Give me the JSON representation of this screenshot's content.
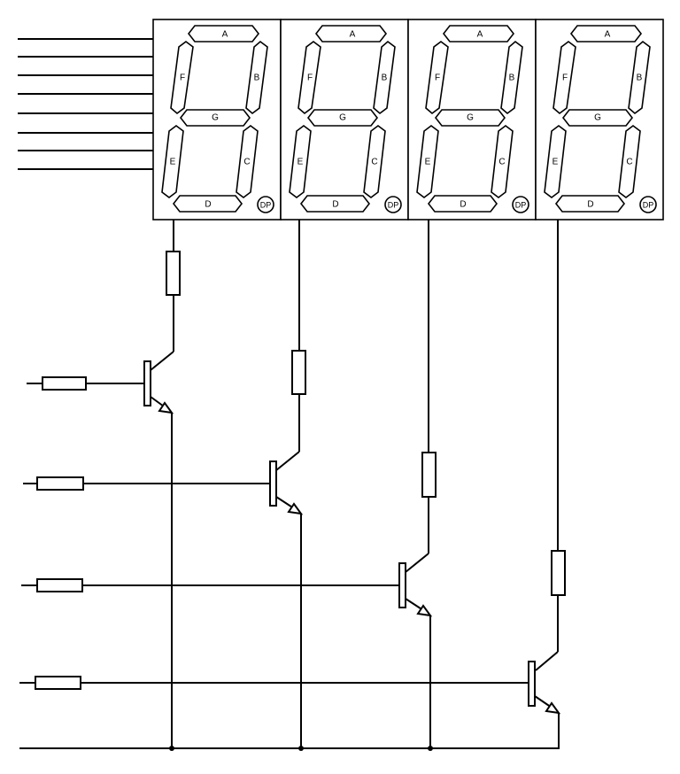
{
  "display": {
    "digit_count": 4,
    "segment_labels": {
      "a": "A",
      "b": "B",
      "c": "C",
      "d": "D",
      "e": "E",
      "f": "F",
      "g": "G"
    },
    "dp_label": "DP"
  },
  "segment_input_line_count": 8,
  "transistor_count": 4,
  "colors": {
    "stroke": "#000000",
    "background": "#ffffff"
  }
}
